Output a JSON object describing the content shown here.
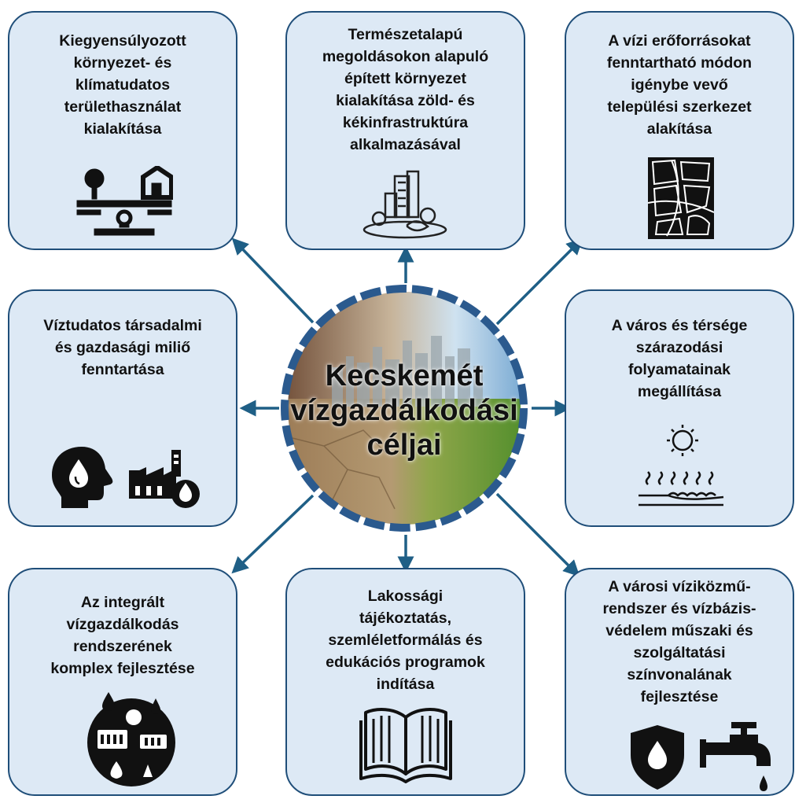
{
  "center": {
    "title": "Kecskemét\nvízgazdálkodási\ncéljai"
  },
  "goals": [
    {
      "text": "Kiegyensúlyozott\nkörnyezet- és\nklímatudatos\nterülethasználat\nkialakítása",
      "icon": "balance-scale-icon"
    },
    {
      "text": "Természetalapú\nmegoldásokon alapuló\népített környezet\nkialakítása zöld- és\nkékinfrastruktúra\nalkalmazásával",
      "icon": "green-city-icon"
    },
    {
      "text": "A vízi erőforrásokat\nfenntartható módon\nigénybe vevő\ntelepülési szerkezet\nalakítása",
      "icon": "city-map-icon"
    },
    {
      "text": "Víztudatos társadalmi\nés gazdasági miliő\nfenntartása",
      "icon": "water-mind-icon",
      "icon2": "factory-water-icon"
    },
    {
      "text": "A város és térsége\nszárazodási\nfolyamatainak\nmegállítása",
      "icon": "sun-evaporation-icon"
    },
    {
      "text": "Az integrált\nvízgazdálkodás\nrendszerének\nkomplex fejlesztése",
      "icon": "water-cycle-icon"
    },
    {
      "text": "Lakossági\ntájékoztatás,\nszemléletformálás és\nedukációs programok\nindítása",
      "icon": "open-book-icon"
    },
    {
      "text": "A városi víziközmű-\nrendszer és vízbázis-\nvédelem műszaki és\nszolgáltatási\nszínvonalának\nfejlesztése",
      "icon": "shield-drop-icon",
      "icon2": "water-tap-icon"
    }
  ],
  "colors": {
    "box_fill": "#dde9f5",
    "box_border": "#1f4e79",
    "arrow": "#1f5f86",
    "hub_ring": "#2b5a8e"
  }
}
